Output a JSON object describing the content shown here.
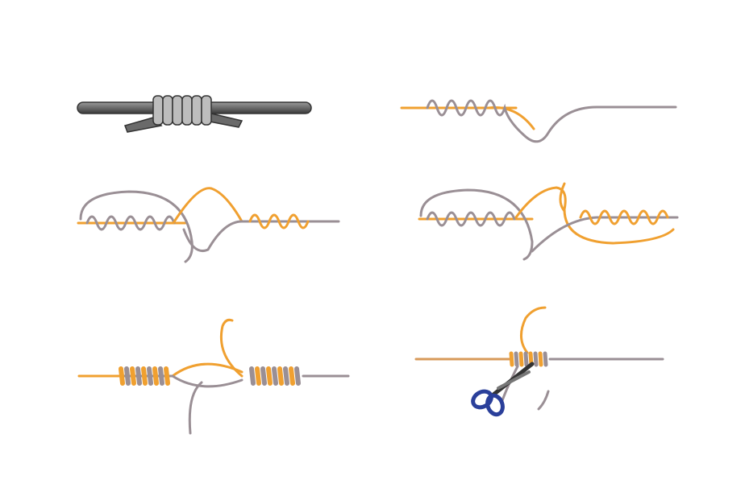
{
  "diagram": {
    "panels": [
      {
        "name": "finished-knot",
        "description_visible": false
      },
      {
        "name": "step-1-orange-wraps-gray"
      },
      {
        "name": "step-2-gray-wraps-orange"
      },
      {
        "name": "step-3-tag-ends-through"
      },
      {
        "name": "step-4-tighten"
      },
      {
        "name": "step-5-trim-tags"
      }
    ],
    "colors": {
      "gray_line": "#9a8f95",
      "orange_line": "#f0a030",
      "dark_line": "#555555",
      "scissors": "#2a3f9a"
    }
  }
}
